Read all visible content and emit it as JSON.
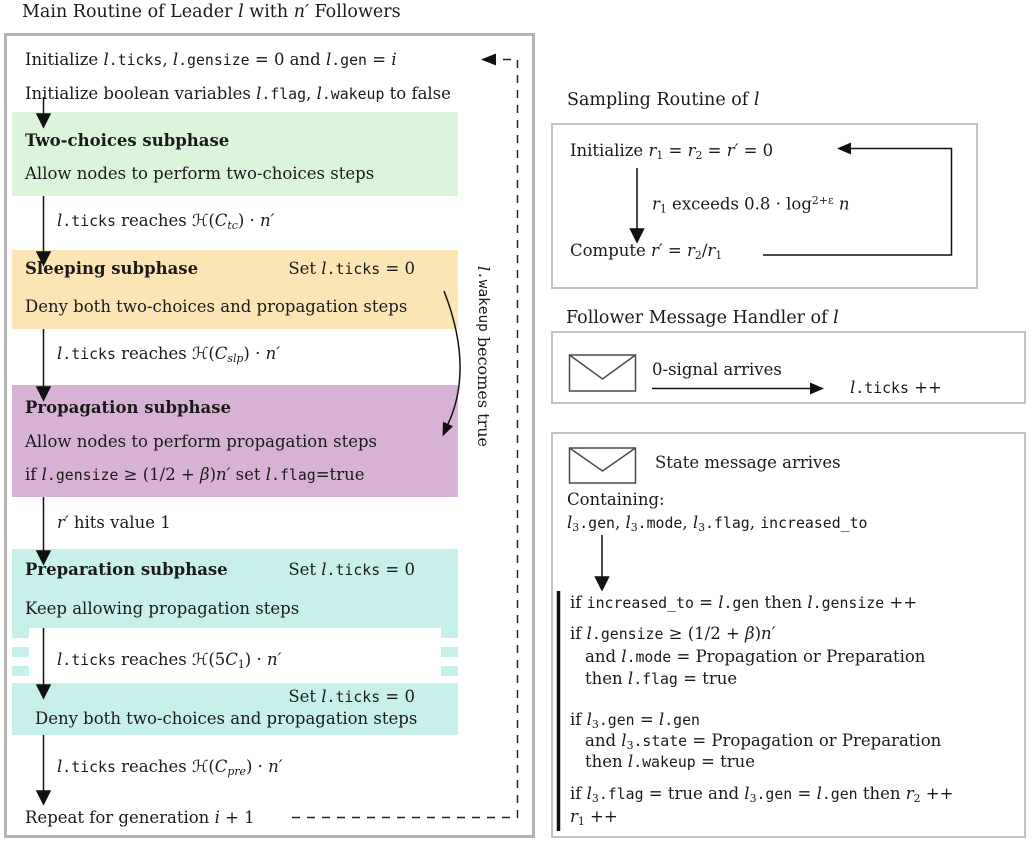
{
  "palette": {
    "green": "#dcf3dc",
    "orange": "#fce5b4",
    "purple": "#d8b2d6",
    "teal": "#c7f0ea",
    "panel_border": "#b4b4b4",
    "right_box_border": "#c2c2c2",
    "line_black": "#111111"
  },
  "main_routine": {
    "title": [
      [
        "rm",
        "Main Routine of Leader "
      ],
      [
        "it",
        "l"
      ],
      [
        "rm",
        " with "
      ],
      [
        "it",
        "n′"
      ],
      [
        "rm",
        " Followers"
      ]
    ],
    "init_line1": [
      [
        "rm",
        "Initialize "
      ],
      [
        "it",
        "l"
      ],
      [
        "tt",
        ".ticks"
      ],
      [
        "rm",
        ", "
      ],
      [
        "it",
        "l"
      ],
      [
        "tt",
        ".gensize"
      ],
      [
        "rm",
        " = 0 and "
      ],
      [
        "it",
        "l"
      ],
      [
        "tt",
        ".gen"
      ],
      [
        "rm",
        " = "
      ],
      [
        "it",
        "i"
      ]
    ],
    "init_line2": [
      [
        "rm",
        "Initialize boolean variables "
      ],
      [
        "it",
        "l"
      ],
      [
        "tt",
        ".flag"
      ],
      [
        "rm",
        ", "
      ],
      [
        "it",
        "l"
      ],
      [
        "tt",
        ".wakeup"
      ],
      [
        "rm",
        " to false"
      ]
    ],
    "two_choices": {
      "title": [
        [
          "bf",
          "Two-choices subphase"
        ]
      ],
      "desc": [
        [
          "rm",
          "Allow nodes to perform two-choices steps"
        ]
      ]
    },
    "transition_tc": [
      [
        "it",
        "l"
      ],
      [
        "tt",
        ".ticks"
      ],
      [
        "rm",
        " reaches "
      ],
      [
        "cal",
        "ℋ"
      ],
      [
        "rm",
        "("
      ],
      [
        "it",
        "C"
      ],
      [
        "subit",
        "tc"
      ],
      [
        "rm",
        ") · "
      ],
      [
        "it",
        "n′"
      ]
    ],
    "sleeping": {
      "title": [
        [
          "bf",
          "Sleeping subphase"
        ]
      ],
      "set_note": [
        [
          "rm",
          "Set "
        ],
        [
          "it",
          "l"
        ],
        [
          "tt",
          ".ticks"
        ],
        [
          "rm",
          " = 0"
        ]
      ],
      "desc": [
        [
          "rm",
          "Deny both two-choices and propagation steps"
        ]
      ]
    },
    "transition_slp": [
      [
        "it",
        "l"
      ],
      [
        "tt",
        ".ticks"
      ],
      [
        "rm",
        " reaches "
      ],
      [
        "cal",
        "ℋ"
      ],
      [
        "rm",
        "("
      ],
      [
        "it",
        "C"
      ],
      [
        "subit",
        "slp"
      ],
      [
        "rm",
        ") · "
      ],
      [
        "it",
        "n′"
      ]
    ],
    "propagation": {
      "title": [
        [
          "bf",
          "Propagation subphase"
        ]
      ],
      "desc1": [
        [
          "rm",
          "Allow nodes to perform propagation steps"
        ]
      ],
      "desc2": [
        [
          "rm",
          "if "
        ],
        [
          "it",
          "l"
        ],
        [
          "tt",
          ".gensize"
        ],
        [
          "rm",
          " ≥ (1/2 + "
        ],
        [
          "it",
          "β"
        ],
        [
          "rm",
          ")"
        ],
        [
          "it",
          "n′"
        ],
        [
          "rm",
          " set "
        ],
        [
          "it",
          "l"
        ],
        [
          "tt",
          ".flag"
        ],
        [
          "rm",
          "=true"
        ]
      ]
    },
    "transition_r": [
      [
        "it",
        "r′"
      ],
      [
        "rm",
        " hits value 1"
      ]
    ],
    "preparation": {
      "title": [
        [
          "bf",
          "Preparation subphase"
        ]
      ],
      "set_note": [
        [
          "rm",
          "Set "
        ],
        [
          "it",
          "l"
        ],
        [
          "tt",
          ".ticks"
        ],
        [
          "rm",
          " = 0"
        ]
      ],
      "desc": [
        [
          "rm",
          "Keep allowing propagation steps"
        ]
      ]
    },
    "transition_5c1": [
      [
        "it",
        "l"
      ],
      [
        "tt",
        ".ticks"
      ],
      [
        "rm",
        " reaches "
      ],
      [
        "cal",
        "ℋ"
      ],
      [
        "rm",
        "(5"
      ],
      [
        "it",
        "C"
      ],
      [
        "sub",
        "1"
      ],
      [
        "rm",
        ") · "
      ],
      [
        "it",
        "n′"
      ]
    ],
    "deny": {
      "set_note": [
        [
          "rm",
          "Set "
        ],
        [
          "it",
          "l"
        ],
        [
          "tt",
          ".ticks"
        ],
        [
          "rm",
          " = 0"
        ]
      ],
      "desc": [
        [
          "rm",
          "Deny both two-choices and propagation steps"
        ]
      ]
    },
    "transition_pre": [
      [
        "it",
        "l"
      ],
      [
        "tt",
        ".ticks"
      ],
      [
        "rm",
        " reaches "
      ],
      [
        "cal",
        "ℋ"
      ],
      [
        "rm",
        "("
      ],
      [
        "it",
        "C"
      ],
      [
        "subit",
        "pre"
      ],
      [
        "rm",
        ") · "
      ],
      [
        "it",
        "n′"
      ]
    ],
    "repeat_line": [
      [
        "rm",
        "Repeat for generation "
      ],
      [
        "it",
        "i"
      ],
      [
        "rm",
        " + 1"
      ]
    ],
    "wakeup_note": [
      [
        "it",
        "l"
      ],
      [
        "tt",
        ".wakeup"
      ],
      [
        "rm",
        " becomes true"
      ]
    ]
  },
  "sampling_routine": {
    "title": [
      [
        "rm",
        "Sampling Routine of "
      ],
      [
        "it",
        "l"
      ]
    ],
    "init": [
      [
        "rm",
        "Initialize "
      ],
      [
        "it",
        "r"
      ],
      [
        "sub",
        "1"
      ],
      [
        "rm",
        " = "
      ],
      [
        "it",
        "r"
      ],
      [
        "sub",
        "2"
      ],
      [
        "rm",
        " = "
      ],
      [
        "it",
        "r′"
      ],
      [
        "rm",
        " = 0"
      ]
    ],
    "condition": [
      [
        "it",
        "r"
      ],
      [
        "sub",
        "1"
      ],
      [
        "rm",
        " exceeds 0.8 · log"
      ],
      [
        "sup",
        "2+ε"
      ],
      [
        "rm",
        " "
      ],
      [
        "it",
        "n"
      ]
    ],
    "compute": [
      [
        "rm",
        "Compute "
      ],
      [
        "it",
        "r′"
      ],
      [
        "rm",
        " = "
      ],
      [
        "it",
        "r"
      ],
      [
        "sub",
        "2"
      ],
      [
        "rm",
        "/"
      ],
      [
        "it",
        "r"
      ],
      [
        "sub",
        "1"
      ]
    ]
  },
  "follower_handler": {
    "title": [
      [
        "rm",
        "Follower Message Handler of "
      ],
      [
        "it",
        "l"
      ]
    ],
    "event": [
      [
        "rm",
        "0-signal arrives"
      ]
    ],
    "action": [
      [
        "it",
        "l"
      ],
      [
        "tt",
        ".ticks"
      ],
      [
        "rm",
        " ++"
      ]
    ]
  },
  "state_handler": {
    "event": [
      [
        "rm",
        "State message arrives"
      ]
    ],
    "containing_label": [
      [
        "rm",
        "Containing:"
      ]
    ],
    "fields": [
      [
        "it",
        "l"
      ],
      [
        "sub",
        "3"
      ],
      [
        "tt",
        ".gen"
      ],
      [
        "rm",
        ", "
      ],
      [
        "it",
        "l"
      ],
      [
        "sub",
        "3"
      ],
      [
        "tt",
        ".mode"
      ],
      [
        "rm",
        ", "
      ],
      [
        "it",
        "l"
      ],
      [
        "sub",
        "3"
      ],
      [
        "tt",
        ".flag"
      ],
      [
        "rm",
        ", "
      ],
      [
        "tt",
        "increased_to"
      ]
    ],
    "rules": [
      [
        [
          "rm",
          "if "
        ],
        [
          "tt",
          "increased_to"
        ],
        [
          "rm",
          " = "
        ],
        [
          "it",
          "l"
        ],
        [
          "tt",
          ".gen"
        ],
        [
          "rm",
          " then "
        ],
        [
          "it",
          "l"
        ],
        [
          "tt",
          ".gensize"
        ],
        [
          "rm",
          " ++"
        ]
      ],
      [
        [
          "rm",
          "if "
        ],
        [
          "it",
          "l"
        ],
        [
          "tt",
          ".gensize"
        ],
        [
          "rm",
          " ≥ (1/2 + "
        ],
        [
          "it",
          "β"
        ],
        [
          "rm",
          ")"
        ],
        [
          "it",
          "n′"
        ]
      ],
      [
        [
          "rm",
          "and "
        ],
        [
          "it",
          "l"
        ],
        [
          "tt",
          ".mode"
        ],
        [
          "rm",
          " = Propagation or Preparation"
        ]
      ],
      [
        [
          "rm",
          "then "
        ],
        [
          "it",
          "l"
        ],
        [
          "tt",
          ".flag"
        ],
        [
          "rm",
          " = true"
        ]
      ],
      [
        [
          "rm",
          "if "
        ],
        [
          "it",
          "l"
        ],
        [
          "sub",
          "3"
        ],
        [
          "tt",
          ".gen"
        ],
        [
          "rm",
          " = "
        ],
        [
          "it",
          "l"
        ],
        [
          "tt",
          ".gen"
        ]
      ],
      [
        [
          "rm",
          "and "
        ],
        [
          "it",
          "l"
        ],
        [
          "sub",
          "3"
        ],
        [
          "tt",
          ".state"
        ],
        [
          "rm",
          " = Propagation or Preparation"
        ]
      ],
      [
        [
          "rm",
          "then "
        ],
        [
          "it",
          "l"
        ],
        [
          "tt",
          ".wakeup"
        ],
        [
          "rm",
          " = true"
        ]
      ],
      [
        [
          "rm",
          "if "
        ],
        [
          "it",
          "l"
        ],
        [
          "sub",
          "3"
        ],
        [
          "tt",
          ".flag"
        ],
        [
          "rm",
          " = true and "
        ],
        [
          "it",
          "l"
        ],
        [
          "sub",
          "3"
        ],
        [
          "tt",
          ".gen"
        ],
        [
          "rm",
          " = "
        ],
        [
          "it",
          "l"
        ],
        [
          "tt",
          ".gen"
        ],
        [
          "rm",
          " then "
        ],
        [
          "it",
          "r"
        ],
        [
          "sub",
          "2"
        ],
        [
          "rm",
          " ++"
        ]
      ],
      [
        [
          "it",
          "r"
        ],
        [
          "sub",
          "1"
        ],
        [
          "rm",
          " ++"
        ]
      ]
    ]
  }
}
